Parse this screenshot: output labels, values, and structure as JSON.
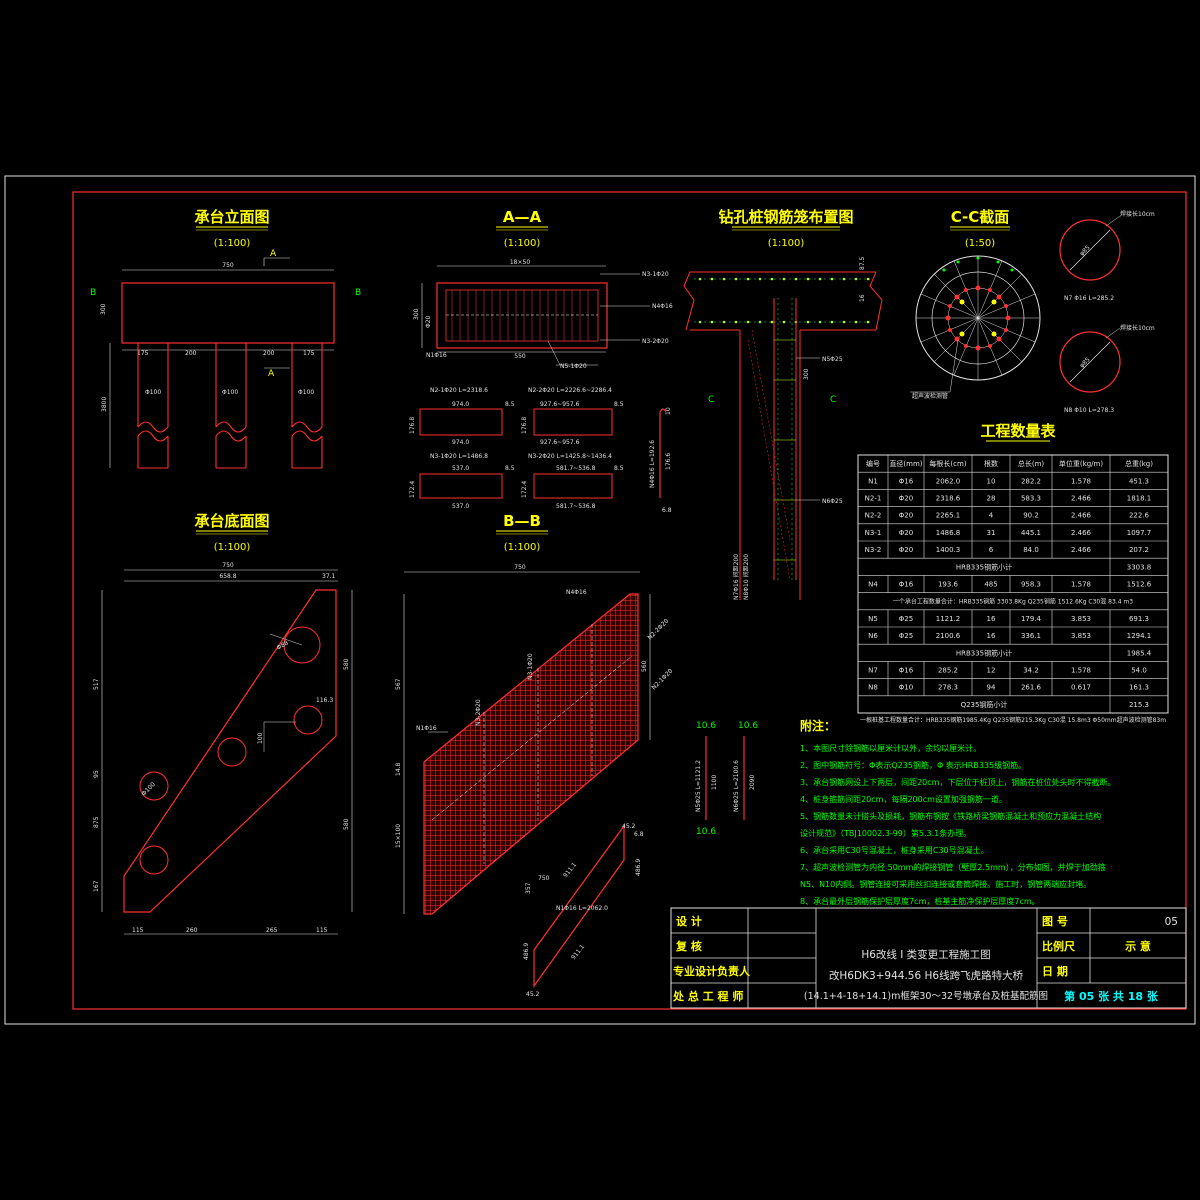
{
  "views": {
    "elevation": {
      "title": "承台立面图",
      "scale": "(1:100)",
      "width": "750",
      "height": "300",
      "spacing": [
        "175",
        "200",
        "200",
        "175"
      ],
      "piles": [
        "Φ100",
        "Φ100",
        "Φ100"
      ],
      "pile_len": "3800",
      "sec_a": "A",
      "sec_b": "B"
    },
    "section_aa": {
      "title": "A—A",
      "scale": "(1:100)",
      "top_dim": "18×50",
      "bottom_dim": "550",
      "left_dim": "300",
      "side_dim": "Φ20",
      "bar_label": "N5-1Φ20",
      "labels": [
        "N3-1Φ20",
        "N4Φ16",
        "N3-2Φ20"
      ],
      "bot_left": "N1Φ16"
    },
    "pile_layout": {
      "title": "钻孔桩钢筋笼布置图",
      "scale": "(1:100)",
      "labels": [
        "N5Φ25",
        "N6Φ25",
        "N7Φ16 间距200",
        "N8Φ10 间距200"
      ],
      "dims": [
        "87.5",
        "16",
        "300"
      ],
      "sec_c": "C"
    },
    "section_cc": {
      "title": "C-C截面",
      "scale": "(1:50)",
      "note": "超声波检测管"
    },
    "ring_bars": [
      {
        "label": "N7 Φ16 L=285.2",
        "note": "焊接长10cm",
        "dia": "φ85"
      },
      {
        "label": "N8 Φ10 L=278.3",
        "note": "焊接长10cm",
        "dia": "φ85"
      }
    ],
    "base_plan": {
      "title": "承台底面图",
      "scale": "(1:100)",
      "top_dims": [
        "750",
        "658.8",
        "37.1"
      ],
      "bottom_dims": [
        "115",
        "260",
        "265",
        "115"
      ],
      "inner": [
        "Φ88",
        "Φ100",
        "100",
        "116.3"
      ],
      "side_left": [
        "517",
        "95",
        "875",
        "167"
      ],
      "side_right": [
        "580",
        "580"
      ]
    },
    "section_bb": {
      "title": "B—B",
      "scale": "(1:100)",
      "top_dim": "750",
      "labels": [
        "N4Φ16",
        "N3-2Φ20",
        "N3-1Φ20",
        "N1Φ16",
        "N2-2Φ20",
        "N2-1Φ20"
      ],
      "left_dims": [
        "567",
        "14.8",
        "15×100"
      ],
      "right_dim": "560"
    },
    "rebar_shapes": [
      {
        "label": "N2-1Φ20  L=2318.6",
        "top": "974.0",
        "bottom": "974.0",
        "side": "176.8",
        "right": "8.5"
      },
      {
        "label": "N2-2Φ20  L=2226.6~2286.4",
        "top": "927.6~957.6",
        "bottom": "927.6~957.6",
        "side": "176.8",
        "right": "8.5"
      },
      {
        "label": "N3-1Φ20  L=1486.8",
        "top": "537.0",
        "bottom": "537.0",
        "side": "172.4",
        "right": "8.5"
      },
      {
        "label": "N3-2Φ20  L=1425.8~1436.4",
        "top": "581.7~536.8",
        "bottom": "581.7~536.8",
        "side": "172.4",
        "right": "8.5"
      }
    ],
    "n4_bar": {
      "label": "N4Φ16  L=192.6",
      "dims": [
        "10",
        "176.6",
        "6.8"
      ]
    },
    "n5_bar": {
      "label": "N5Φ25  L=1121.2",
      "dims": [
        "10.6",
        "1100",
        "10.6"
      ]
    },
    "n6_bar": {
      "label": "N6Φ25  L=2100.6",
      "dims": [
        "10.6",
        "2090"
      ]
    },
    "n1_bar": {
      "label": "N1Φ16  L=2062.0",
      "dims": [
        "45.2",
        "6.8",
        "486.9",
        "911.1",
        "911.1",
        "486.9",
        "45.2",
        "750",
        "357"
      ]
    }
  },
  "quantity_table": {
    "title": "工程数量表",
    "headers": [
      "编号",
      "直径(mm)",
      "每根长(cm)",
      "根数",
      "总长(m)",
      "单位重(kg/m)",
      "总重(kg)"
    ],
    "rows": [
      [
        "N1",
        "Φ16",
        "2062.0",
        "10",
        "282.2",
        "1.578",
        "451.3"
      ],
      [
        "N2-1",
        "Φ20",
        "2318.6",
        "28",
        "583.3",
        "2.466",
        "1818.1"
      ],
      [
        "N2-2",
        "Φ20",
        "2265.1",
        "4",
        "90.2",
        "2.466",
        "222.6"
      ],
      [
        "N3-1",
        "Φ20",
        "1486.8",
        "31",
        "445.1",
        "2.466",
        "1097.7"
      ],
      [
        "N3-2",
        "Φ20",
        "1400.3",
        "6",
        "84.0",
        "2.466",
        "207.2"
      ],
      [
        "HRB335钢筋小计",
        "",
        "",
        "",
        "",
        "",
        "3303.8"
      ],
      [
        "N4",
        "Φ16",
        "193.6",
        "485",
        "958.3",
        "1.578",
        "1512.6"
      ],
      [
        "一个承台工程数量合计：HRB335钢筋 3303.8Kg  Q235钢筋 1512.6Kg  C30混 83.4 m3",
        "",
        "",
        "",
        "",
        "",
        ""
      ],
      [
        "N5",
        "Φ25",
        "1121.2",
        "16",
        "179.4",
        "3.853",
        "691.3"
      ],
      [
        "N6",
        "Φ25",
        "2100.6",
        "16",
        "336.1",
        "3.853",
        "1294.1"
      ],
      [
        "HRB335钢筋小计",
        "",
        "",
        "",
        "",
        "",
        "1985.4"
      ],
      [
        "N7",
        "Φ16",
        "285.2",
        "12",
        "34.2",
        "1.578",
        "54.0"
      ],
      [
        "N8",
        "Φ10",
        "278.3",
        "94",
        "261.6",
        "0.617",
        "161.3"
      ],
      [
        "Q235钢筋小计",
        "",
        "",
        "",
        "",
        "",
        "215.3"
      ]
    ],
    "footer": "一根桩基工程数量合计：HRB335钢筋1985.4Kg Q235钢筋215.3Kg C30混 15.8m3 Φ50mm超声波检测管83m"
  },
  "notes": {
    "title": "附注：",
    "items": [
      "1、本图尺寸除钢筋以厘米计以外，余均以厘米计。",
      "2、图中钢筋符号：Φ表示Q235钢筋，Φ 表示HRB335级钢筋。",
      "3、承台钢筋网设上下两层，间距20cm，下层位于桩顶上，钢筋在桩位处头时不得截断。",
      "4、桩身箍筋间距20cm，每隔200cm设置加强钢筋一道。",
      "5、钢筋数量未计搭头及损耗，钢筋布钢按《铁路桥梁钢筋混凝土和预应力混凝土结构",
      "   设计规范》（TBJ10002.3-99）第5.3.1条办理。",
      "6、承台采用C30号混凝土，桩身采用C30号混凝土。",
      "7、超声波检测管为内径 50mm的焊接钢管（壁厚2.5mm），分布如图，并焊于加劲箍",
      "   N5、N10内侧。钢管连接可采用丝扣连接或套筒焊接。施工时，钢管两端应封堵。",
      "8、承台最外层钢筋保护层厚度7cm，桩基主筋净保护层厚度7cm。"
    ]
  },
  "title_block": {
    "left_labels": [
      "设    计",
      "复    核",
      "专业设计负责人",
      "处 总 工 程 师"
    ],
    "project": [
      "H6改线 I 类变更工程施工图",
      "改H6DK3+944.56 H6线跨飞虎路特大桥",
      "(14.1+4-18+14.1)m框架30～32号墩承台及桩基配筋图"
    ],
    "right_labels": [
      "图  号",
      "比例尺",
      "日  期"
    ],
    "right_values": [
      "05",
      "示  意",
      ""
    ],
    "sheet": "第 05 张 共 18 张"
  }
}
